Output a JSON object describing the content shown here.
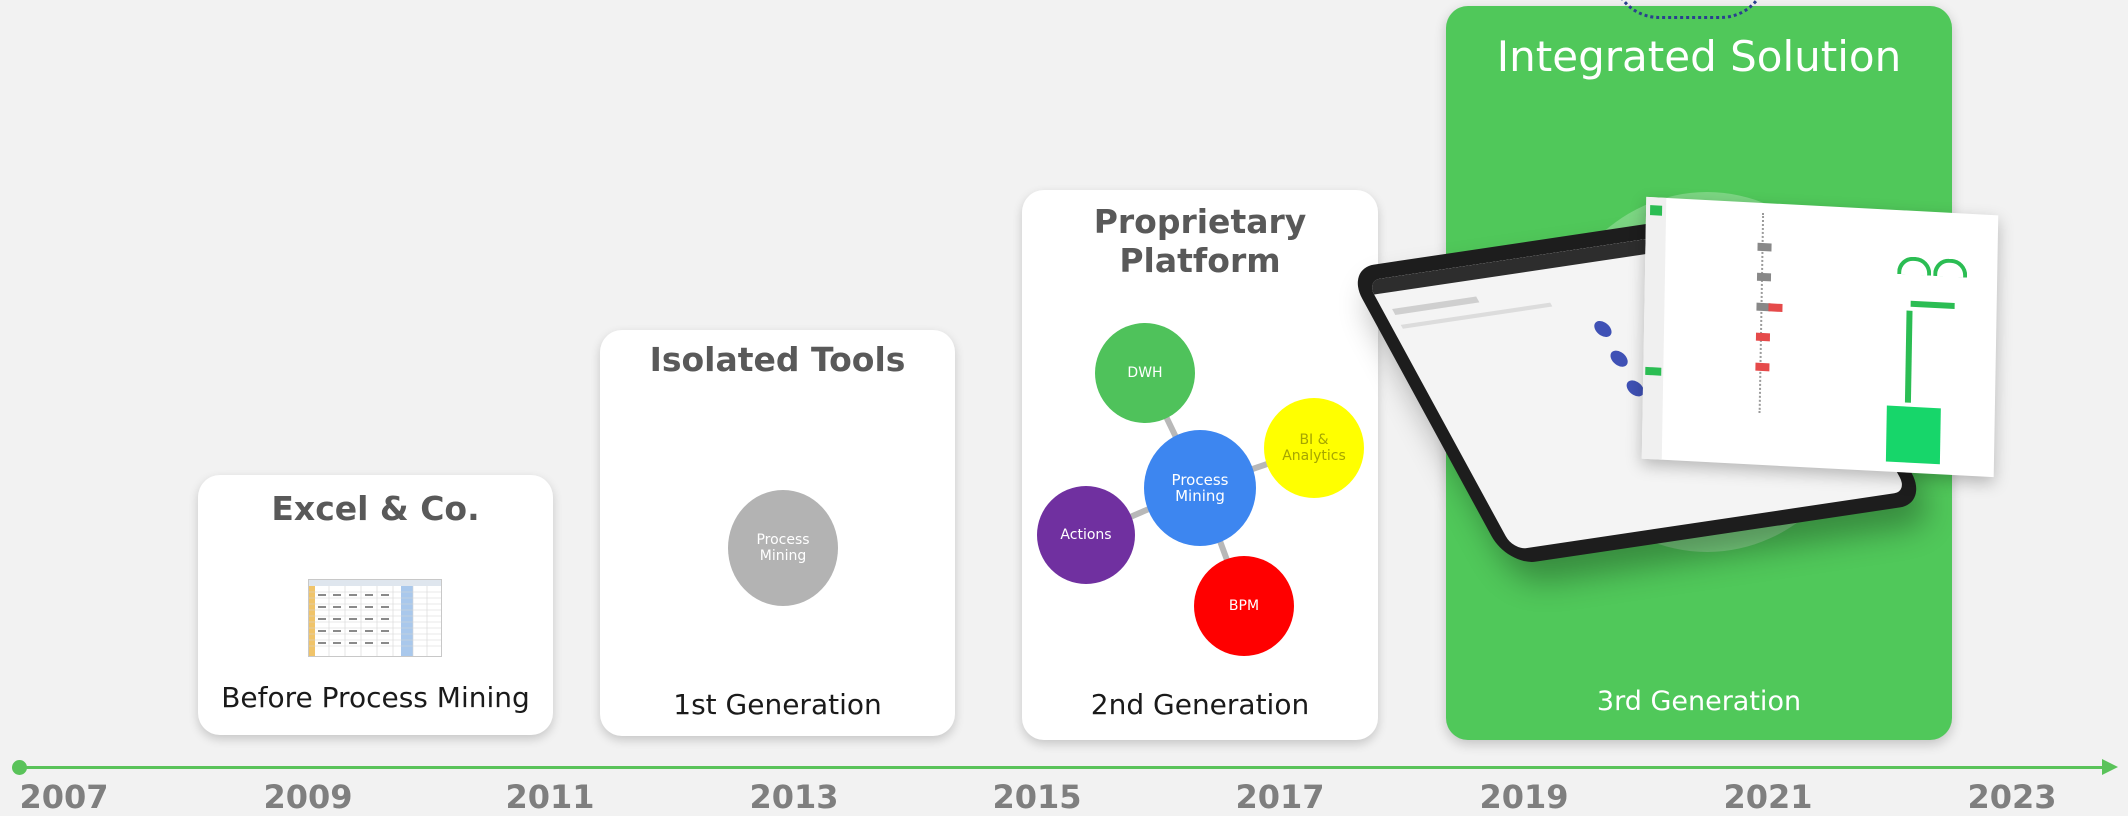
{
  "cards": {
    "excel": {
      "title": "Excel & Co.",
      "subtitle": "Before Process Mining"
    },
    "isolated": {
      "title": "Isolated Tools",
      "subtitle": "1st Generation",
      "bubble": "Process\nMining"
    },
    "proprietary": {
      "title": "Proprietary Platform",
      "subtitle": "2nd Generation",
      "bubbles": {
        "dwh": "DWH",
        "bi": "BI &\nAnalytics",
        "pm": "Process\nMining",
        "actions": "Actions",
        "bpm": "BPM"
      }
    },
    "integrated": {
      "title": "Integrated Solution",
      "subtitle": "3rd Generation"
    }
  },
  "timeline": {
    "years": [
      "2007",
      "2009",
      "2011",
      "2013",
      "2015",
      "2017",
      "2019",
      "2021",
      "2023"
    ]
  },
  "colors": {
    "green": "#50c85a",
    "dwh": "#4fc25b",
    "bi": "#ffff00",
    "pm": "#3d86f0",
    "actions": "#7030a0",
    "bpm": "#ff0000",
    "isolated_bubble": "#b3b3b3"
  }
}
